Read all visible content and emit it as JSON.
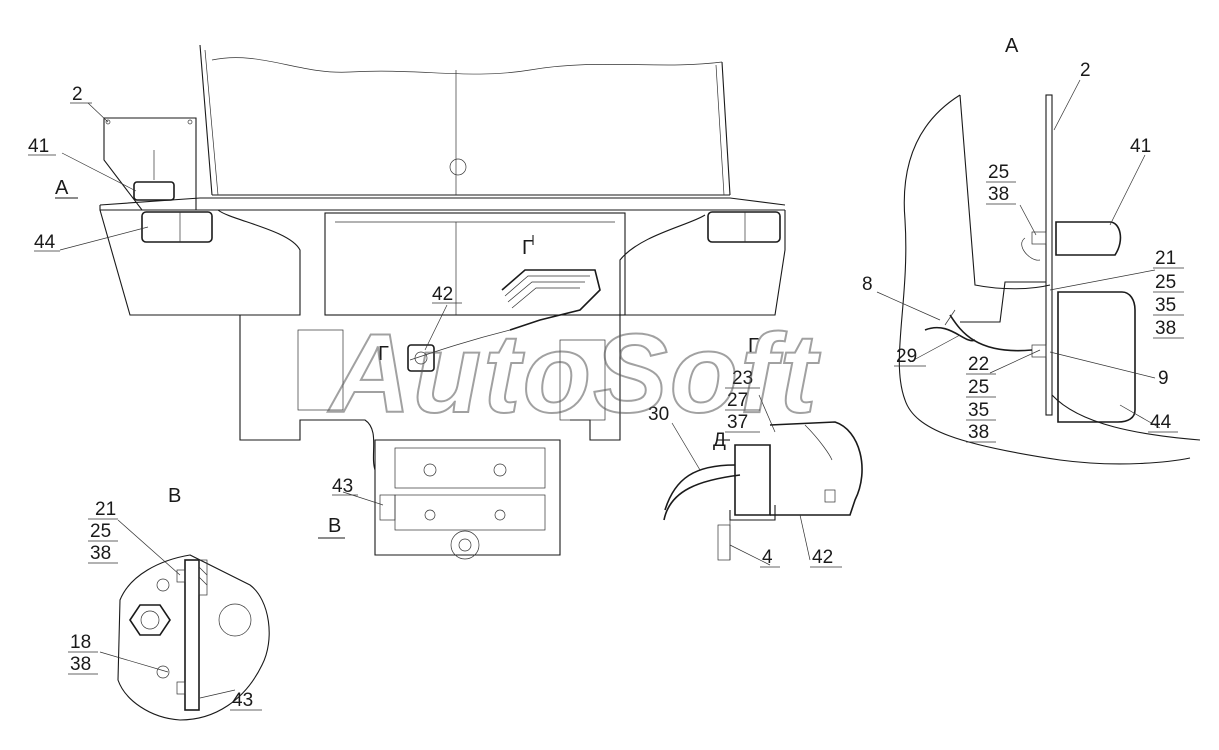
{
  "watermark": "AutoSoft",
  "view_titles": {
    "a_detail": "А",
    "b_detail": "В",
    "g_main": "Г",
    "g_detail": "Г",
    "a_main": "А",
    "b_main": "В",
    "d_detail": "Д",
    "g_arrow": "Г"
  },
  "callouts": {
    "c2_main": "2",
    "c41_main": "41",
    "c44_main": "44",
    "c42_main": "42",
    "c43_main": "43",
    "c2_a": "2",
    "c41_a": "41",
    "c25_a": "25",
    "c38_a": "38",
    "c21_a": "21",
    "c25_a2": "25",
    "c35_a": "35",
    "c38_a2": "38",
    "c8_a": "8",
    "c29_a": "29",
    "c22_a": "22",
    "c25_a3": "25",
    "c35_a2": "35",
    "c38_a3": "38",
    "c9_a": "9",
    "c44_a": "44",
    "c23_g": "23",
    "c27_g": "27",
    "c37_g": "37",
    "c30_g": "30",
    "c4_g": "4",
    "c42_g": "42",
    "c21_b": "21",
    "c25_b": "25",
    "c38_b": "38",
    "c18_b": "18",
    "c38_b2": "38",
    "c43_b": "43"
  }
}
